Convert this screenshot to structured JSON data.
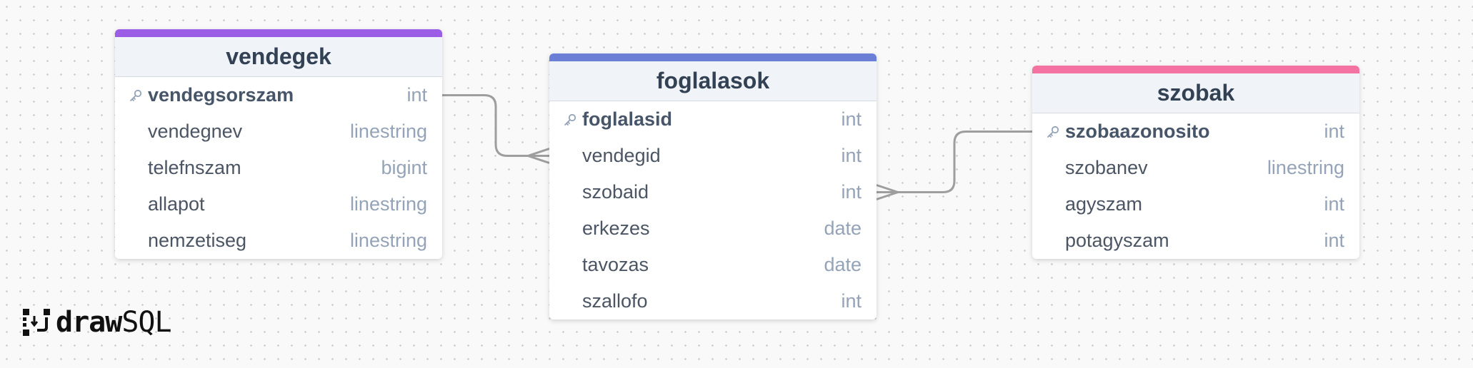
{
  "tables": [
    {
      "name": "vendegek",
      "accent_color": "#9b5de5",
      "columns": [
        {
          "name": "vendegsorszam",
          "type": "int",
          "primary_key": true
        },
        {
          "name": "vendegnev",
          "type": "linestring"
        },
        {
          "name": "telefnszam",
          "type": "bigint"
        },
        {
          "name": "allapot",
          "type": "linestring"
        },
        {
          "name": "nemzetiseg",
          "type": "linestring"
        }
      ]
    },
    {
      "name": "foglalasok",
      "accent_color": "#6b7fd7",
      "columns": [
        {
          "name": "foglalasid",
          "type": "int",
          "primary_key": true
        },
        {
          "name": "vendegid",
          "type": "int"
        },
        {
          "name": "szobaid",
          "type": "int"
        },
        {
          "name": "erkezes",
          "type": "date"
        },
        {
          "name": "tavozas",
          "type": "date"
        },
        {
          "name": "szallofo",
          "type": "int"
        }
      ]
    },
    {
      "name": "szobak",
      "accent_color": "#f472a0",
      "columns": [
        {
          "name": "szobaazonosito",
          "type": "int",
          "primary_key": true
        },
        {
          "name": "szobanev",
          "type": "linestring"
        },
        {
          "name": "agyszam",
          "type": "int"
        },
        {
          "name": "potagyszam",
          "type": "int"
        }
      ]
    }
  ],
  "relationships": [
    {
      "from": "vendegek.vendegsorszam",
      "to": "foglalasok.vendegid",
      "cardinality": "one-to-many"
    },
    {
      "from": "szobak.szobaazonosito",
      "to": "foglalasok.szobaid",
      "cardinality": "one-to-many"
    }
  ],
  "logo": {
    "bold": "draw",
    "light": "SQL"
  },
  "icons": {
    "primary_key": "key-icon",
    "logo": "drawsql-logo-icon"
  },
  "line_color": "#9e9e9e"
}
